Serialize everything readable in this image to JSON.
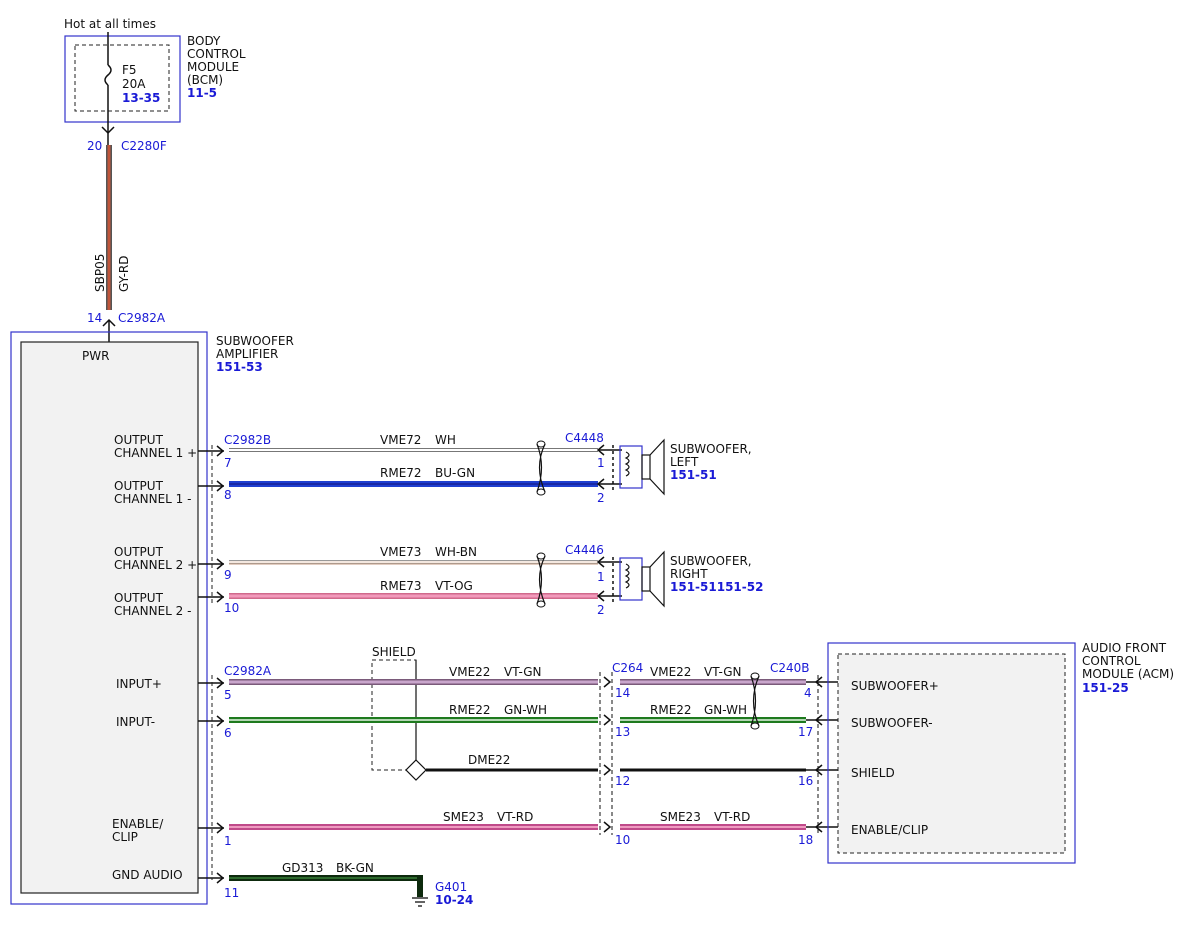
{
  "power": {
    "hot_label": "Hot at all times",
    "fuse_name": "F5",
    "fuse_rating": "20A",
    "fuse_ref": "13-35",
    "bcm_title": [
      "BODY",
      "CONTROL",
      "MODULE",
      "(BCM)"
    ],
    "bcm_ref": "11-5",
    "c2280f_pin": "20",
    "c2280f_name": "C2280F",
    "circuit": "SBP05",
    "wire_color": "GY-RD",
    "c2982a_pin": "14",
    "c2982a_name": "C2982A"
  },
  "amplifier": {
    "title": [
      "SUBWOOFER",
      "AMPLIFIER"
    ],
    "ref": "151-53",
    "pwr_label": "PWR",
    "out1p": [
      "OUTPUT",
      "CHANNEL 1 +"
    ],
    "out1m": [
      "OUTPUT",
      "CHANNEL 1 -"
    ],
    "out2p": [
      "OUTPUT",
      "CHANNEL 2 +"
    ],
    "out2m": [
      "OUTPUT",
      "CHANNEL 2 -"
    ],
    "input_p": "INPUT+",
    "input_m": "INPUT-",
    "enable": [
      "ENABLE/",
      "CLIP"
    ],
    "gnd": "GND AUDIO"
  },
  "connectors": {
    "c2982b": "C2982B",
    "c2982a": "C2982A",
    "c4448": "C4448",
    "c4446": "C4446",
    "c264": "C264",
    "c240b": "C240B"
  },
  "pins": {
    "p7": "7",
    "p8": "8",
    "p9": "9",
    "p10": "10",
    "p5": "5",
    "p6": "6",
    "p1": "1",
    "p11": "11",
    "s1": "1",
    "s2": "2",
    "r1": "1",
    "r2": "2",
    "c264_14": "14",
    "c264_13": "13",
    "c264_12": "12",
    "c264_10": "10",
    "c240_4": "4",
    "c240_17": "17",
    "c240_16": "16",
    "c240_18": "18"
  },
  "wires": {
    "vme72": "VME72",
    "wh": "WH",
    "rme72": "RME72",
    "bugn": "BU-GN",
    "vme73": "VME73",
    "whbn": "WH-BN",
    "rme73": "RME73",
    "vtog": "VT-OG",
    "vme22a": "VME22",
    "vtgna": "VT-GN",
    "rme22a": "RME22",
    "gnwha": "GN-WH",
    "vme22b": "VME22",
    "vtgnb": "VT-GN",
    "rme22b": "RME22",
    "gnwhb": "GN-WH",
    "dme22": "DME22",
    "sme23a": "SME23",
    "vtrda": "VT-RD",
    "sme23b": "SME23",
    "vtrdb": "VT-RD",
    "gd313": "GD313",
    "bkgn": "BK-GN"
  },
  "shield_label": "SHIELD",
  "speakers": {
    "left_title": [
      "SUBWOOFER,",
      "LEFT"
    ],
    "left_ref": "151-51",
    "right_title": [
      "SUBWOOFER,",
      "RIGHT"
    ],
    "right_ref": "151-51151-52"
  },
  "acm": {
    "title": [
      "AUDIO FRONT",
      "CONTROL",
      "MODULE (ACM)"
    ],
    "ref": "151-25",
    "sub_p": "SUBWOOFER+",
    "sub_m": "SUBWOOFER-",
    "shield": "SHIELD",
    "enable": "ENABLE/CLIP"
  },
  "ground": {
    "name": "G401",
    "ref": "10-24"
  },
  "colors": {
    "module_border": "#3333cc",
    "connector_blue": "#1a1ad6",
    "module_fill": "#f2f2f2",
    "bu_gn": "#1f3fd0",
    "vt_og": "#e07aa0",
    "vt_gn": "#b58ab8",
    "gn_wh": "#2a9a2a",
    "vt_rd": "#d65a9a",
    "gy_rd": "#b5482e",
    "bk_gn": "#1e4a1e"
  }
}
